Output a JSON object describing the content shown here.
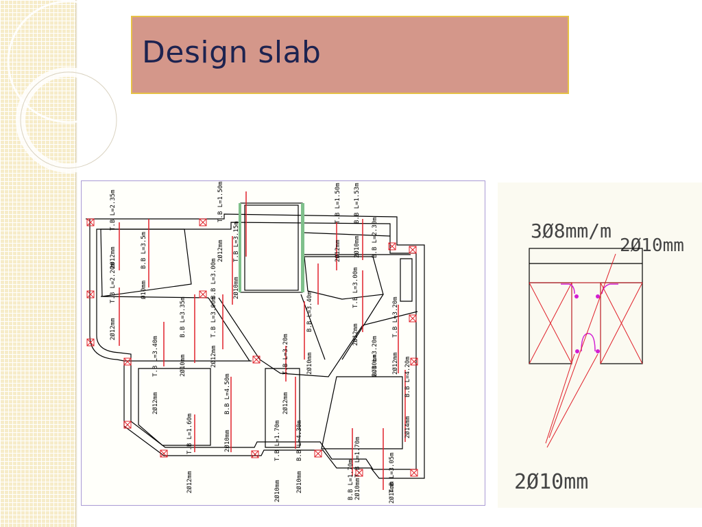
{
  "slide": {
    "title": "Design slab"
  },
  "plan": {
    "rebar_labels": [
      "T.B  L=2.35m",
      "2Ø12mm",
      "B.B  L=3.5m",
      "Ø10mm",
      "T.B  L=2.20m",
      "2Ø12mm",
      "T.B  L=1.50m",
      "2Ø12mm",
      "T.B  L=3.15m",
      "B.B  L=3.00m",
      "2Ø10mm",
      "T.B  L=3.00m",
      "2Ø12mm",
      "B.B  L=3.35m",
      "2Ø10mm",
      "T.B  L=3.40m",
      "2Ø12mm",
      "B.B  L=4.50m",
      "2Ø10mm",
      "T.B  L=1.60m",
      "2Ø12mm",
      "T.B  L=1.70m",
      "2Ø10mm",
      "B.B  L=4.30m",
      "2Ø10mm",
      "T.B  L=3.20m",
      "2Ø12mm",
      "B.B  L=3.40m",
      "2Ø10mm",
      "T.B  L=1.50m",
      "2Ø12mm",
      "B.B  L=1.53m",
      "2Ø10mm",
      "B.B  L=2.30m",
      "T.B  L=3.00m",
      "2Ø12mm",
      "B.B  L=3.20m",
      "2Ø10mm",
      "T.B  L=3.20m",
      "2Ø12mm",
      "B.B  L=4.20m",
      "2Ø14mm",
      "T.B  L=1.70m",
      "2Ø10mm",
      "B.B  L=1.70m",
      "T.B  L=3.05m",
      "2Ø14mm"
    ]
  },
  "detail": {
    "label_top_left": "3Ø8mm/m",
    "label_top_right": "2Ø10mm",
    "label_bottom": "2Ø10mm"
  },
  "colors": {
    "title_fill": "#d4978a",
    "title_border": "#e6c146",
    "title_text": "#1d2350",
    "rebar_red": "#e0202a",
    "frame_purple": "#a99ad4",
    "accent_magenta": "#d21ed2"
  }
}
